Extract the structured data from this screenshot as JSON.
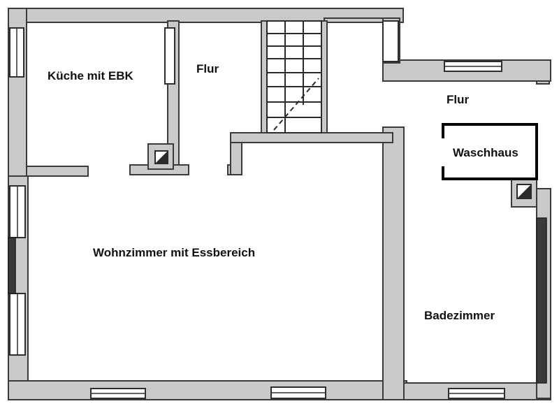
{
  "floor_plan": {
    "rooms": {
      "kitchen": "Küche mit EBK",
      "hallway_upper": "Flur",
      "hallway_right": "Flur",
      "laundry": "Waschhaus",
      "living_room": "Wohnzimmer mit Essbereich",
      "bathroom": "Badezimmer"
    },
    "colors": {
      "wall_fill": "#c9c9c9",
      "wall_outline": "#3a3a3a",
      "label_text": "#111111"
    }
  }
}
